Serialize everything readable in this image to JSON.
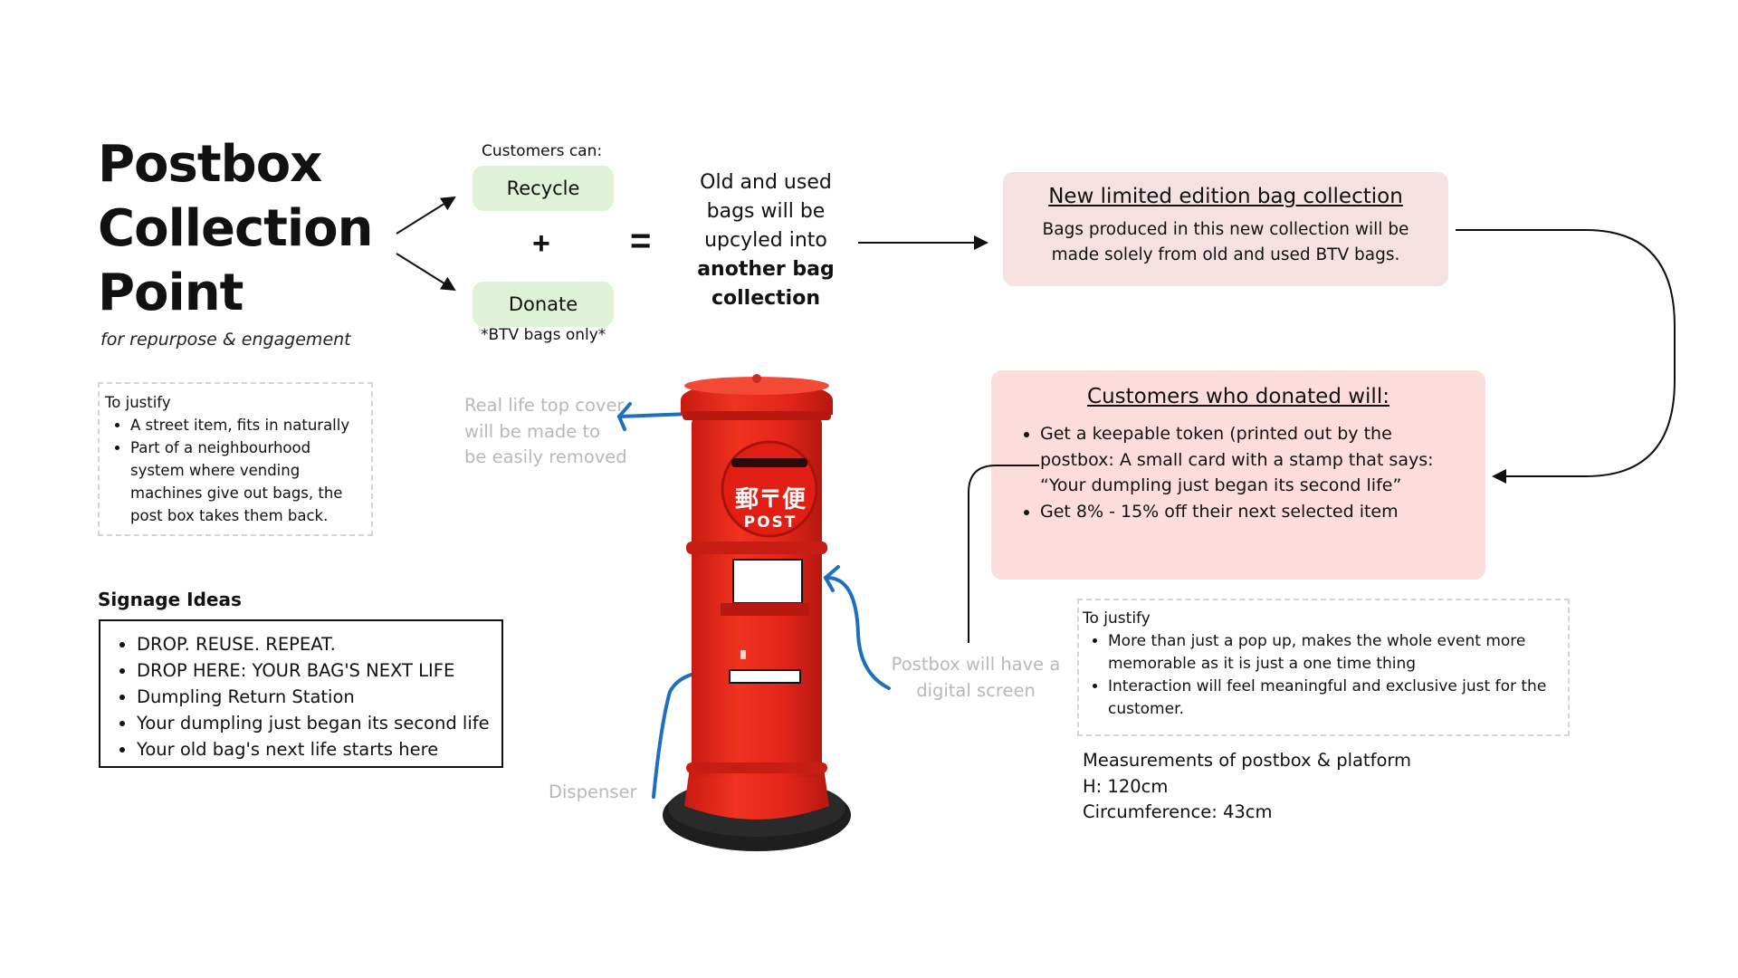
{
  "title": {
    "line1": "Postbox",
    "line2": "Collection",
    "line3": "Point"
  },
  "subtitle": "for repurpose & engagement",
  "justify_left": {
    "heading": "To justify",
    "items": [
      "A street item, fits in naturally",
      "Part of a neighbourhood system where vending machines give out bags, the post box takes them back."
    ]
  },
  "signage": {
    "heading": "Signage Ideas",
    "items": [
      "DROP. REUSE. REPEAT.",
      "DROP HERE: YOUR BAG'S NEXT LIFE",
      "Dumpling Return Station",
      "Your dumpling just began its second life",
      "Your old bag's next life starts here"
    ]
  },
  "options": {
    "intro": "Customers can:",
    "recycle": "Recycle",
    "plus": "+",
    "donate": "Donate",
    "note": "*BTV bags only*",
    "equals": "="
  },
  "outcome": {
    "line1": "Old and used",
    "line2": "bags will be",
    "line3": "upcyled into",
    "bold1": "another bag",
    "bold2": "collection"
  },
  "new_collection": {
    "title": "New limited edition bag collection",
    "line1": "Bags produced in this new collection will be",
    "line2": "made solely from old and used BTV bags."
  },
  "donated": {
    "title": "Customers who donated will:",
    "items": [
      "Get a keepable token (printed out by the postbox: A small card with a stamp that says: “Your dumpling just began its second life”",
      "Get 8% - 15% off their next selected item"
    ]
  },
  "justify_right": {
    "heading": "To justify",
    "items": [
      "More than just a pop up, makes the whole event more memorable as it is just a one time thing",
      "Interaction will feel meaningful and exclusive just for the customer."
    ]
  },
  "measurements": {
    "heading": "Measurements of postbox & platform",
    "height": "H: 120cm",
    "circumference": "Circumference: 43cm"
  },
  "annotations": {
    "top_cover": "Real life top cover will be made to be easily removed",
    "screen": "Postbox will have a digital screen",
    "dispenser": "Dispenser"
  },
  "postbox": {
    "kanji": "郵〒便",
    "label": "POST"
  },
  "colors": {
    "postbox_red": "#e8261b",
    "pill_green": "#ddf2d6",
    "pink_light": "#f5e1e1",
    "pink": "#fddcdc",
    "arrow_blue": "#1f6fc0"
  }
}
